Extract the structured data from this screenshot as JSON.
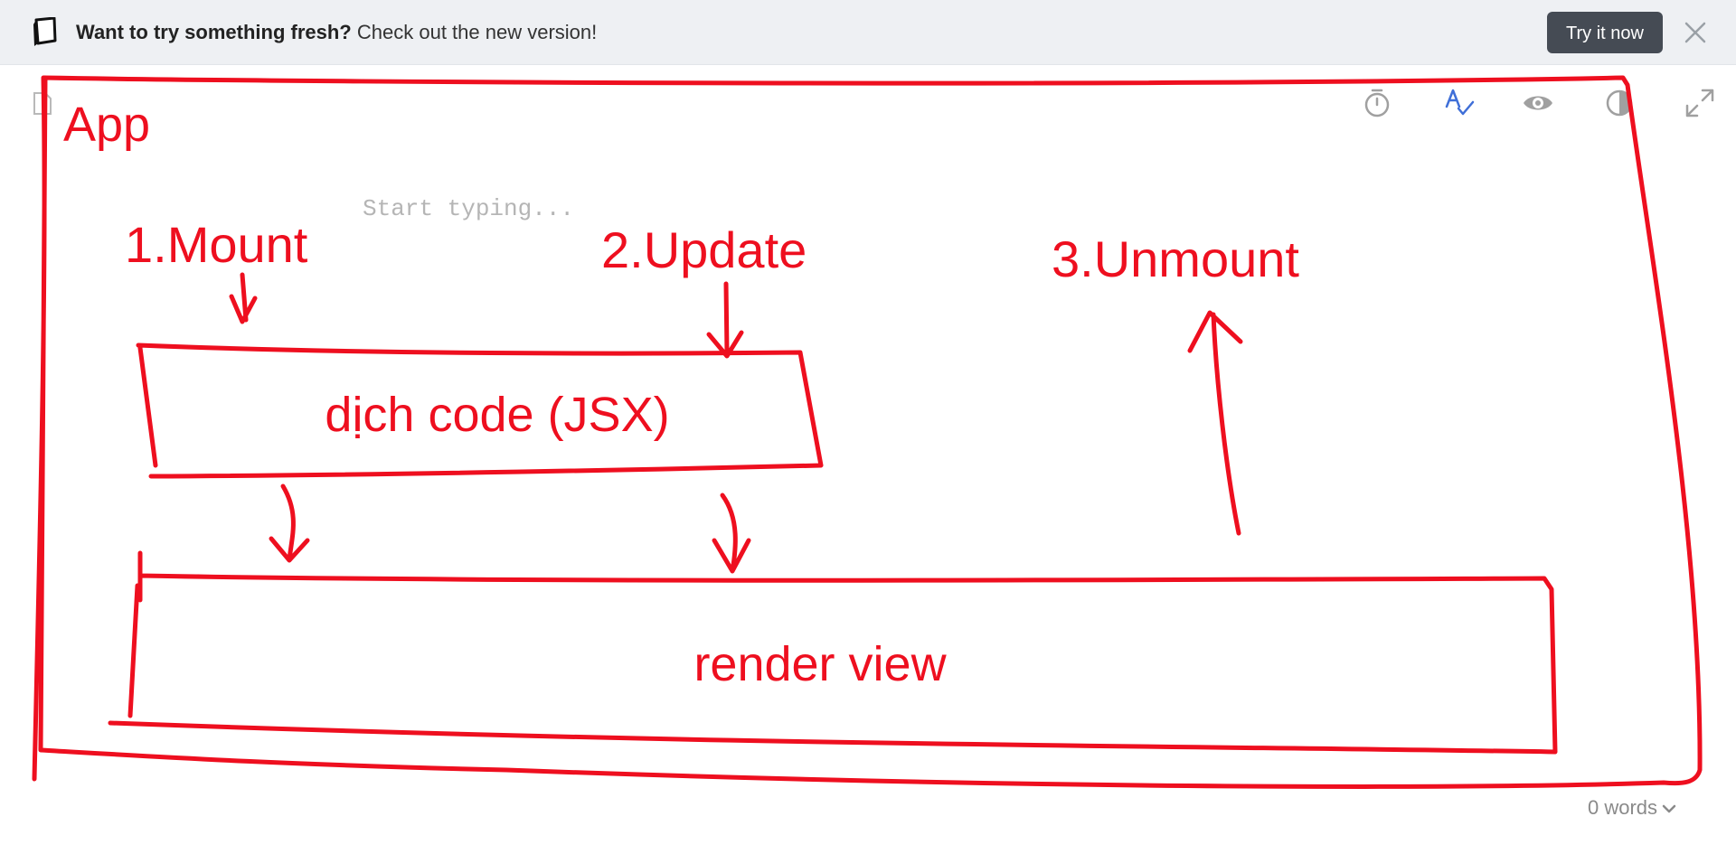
{
  "banner": {
    "bold_text": "Want to try something fresh?",
    "text": "Check out the new version!",
    "button_label": "Try it now"
  },
  "editor": {
    "placeholder": "Start typing..."
  },
  "toolbar": {
    "icons": [
      "timer-icon",
      "spellcheck-icon",
      "preview-eye-icon",
      "contrast-icon",
      "fullscreen-icon"
    ]
  },
  "footer": {
    "word_count": "0 words"
  },
  "drawing": {
    "title": "App",
    "label_mount": "1.Mount",
    "label_update": "2.Update",
    "label_unmount": "3.Unmount",
    "label_jsx": "dịch code (JSX)",
    "label_render": "render view",
    "color": "#ee0f1f"
  },
  "colors": {
    "banner_bg": "#eef0f3",
    "button_bg": "#454b54",
    "spellcheck_accent": "#3f6fd8"
  }
}
